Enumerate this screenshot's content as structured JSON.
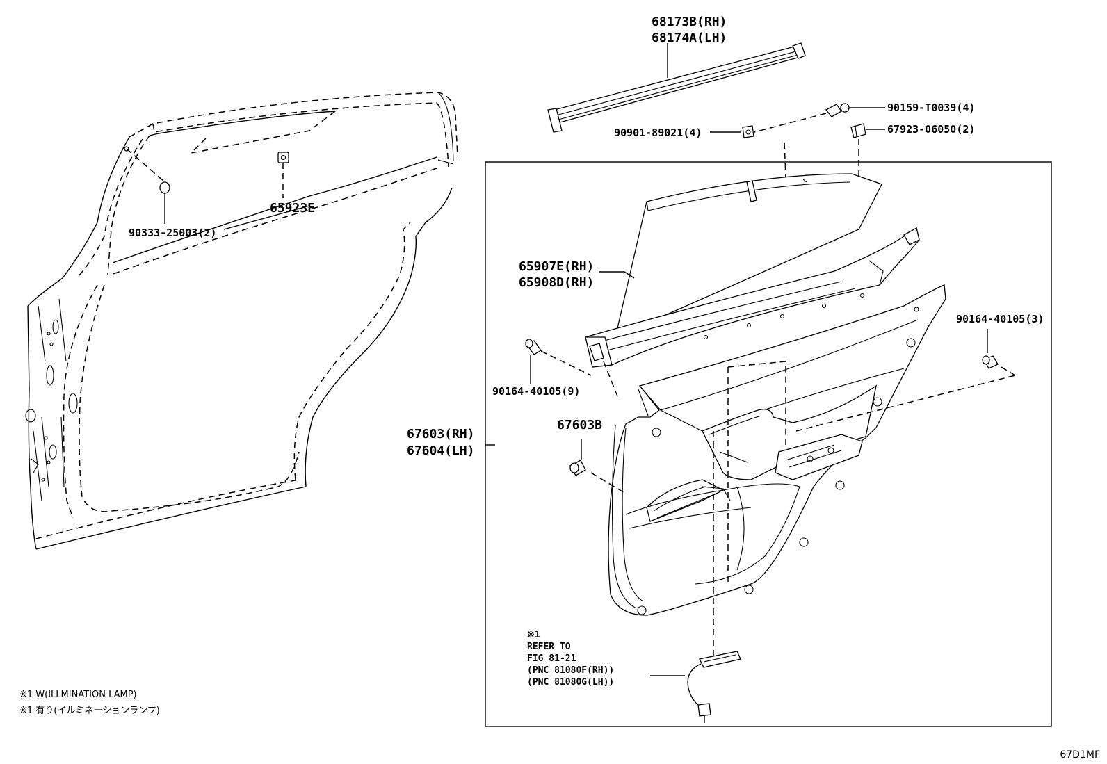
{
  "callouts": {
    "p68173b": "68173B(RH)",
    "p68174a": "68174A(LH)",
    "p90159": "90159-T0039(4)",
    "p90901": "90901-89021(4)",
    "p67923": "67923-06050(2)",
    "p65923e": "65923E",
    "p90333": "90333-25003(2)",
    "p65907e": "65907E(RH)",
    "p65908d": "65908D(RH)",
    "p90164_3": "90164-40105(3)",
    "p90164_9": "90164-40105(9)",
    "p67603": "67603(RH)",
    "p67604": "67604(LH)",
    "p67603b": "67603B"
  },
  "refer": {
    "mark": "※1",
    "line1": "REFER TO",
    "line2": "FIG 81-21",
    "line3": "(PNC 81080F(RH))",
    "line4": "(PNC 81080G(LH))"
  },
  "notes": {
    "en": "※1 W(ILLMINATION LAMP)",
    "ja": "※1 有り(イルミネーションランプ)"
  },
  "figure_code": "67D1MF",
  "icons": [
    "bolt-icon",
    "clip-icon",
    "nut-icon",
    "grommet-icon",
    "push-clip-icon",
    "lamp-connector-icon"
  ]
}
